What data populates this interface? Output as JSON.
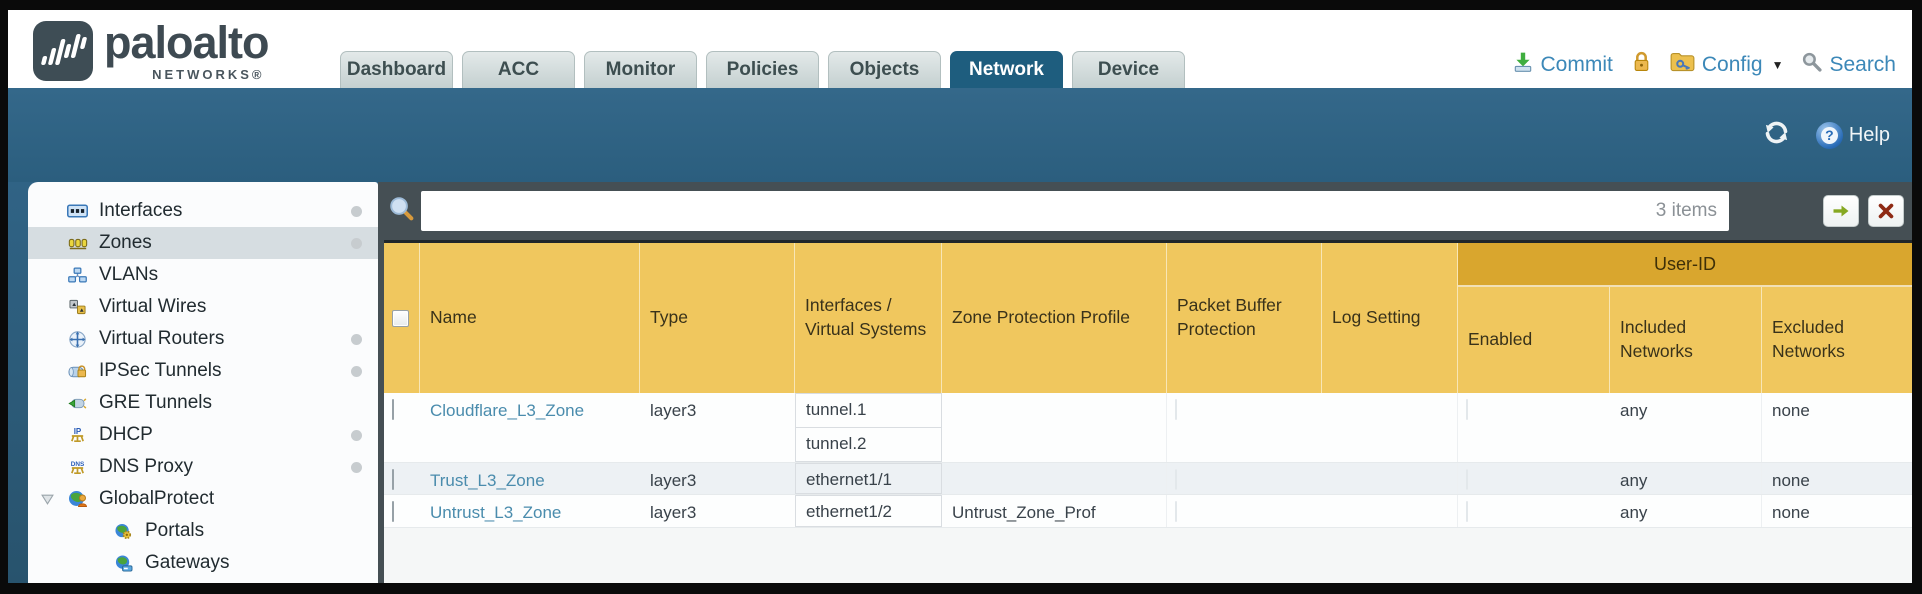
{
  "brand": {
    "wordmark": "paloalto",
    "sub": "NETWORKS®"
  },
  "tabs": [
    {
      "label": "Dashboard",
      "active": false
    },
    {
      "label": "ACC",
      "active": false
    },
    {
      "label": "Monitor",
      "active": false
    },
    {
      "label": "Policies",
      "active": false
    },
    {
      "label": "Objects",
      "active": false
    },
    {
      "label": "Network",
      "active": true
    },
    {
      "label": "Device",
      "active": false
    }
  ],
  "header_actions": {
    "commit": "Commit",
    "config": "Config",
    "search": "Search"
  },
  "band": {
    "help": "Help"
  },
  "filterbar": {
    "value": "",
    "count": "3 items"
  },
  "sidebar": {
    "items": [
      {
        "label": "Interfaces",
        "dot": true
      },
      {
        "label": "Zones",
        "dot": true,
        "selected": true
      },
      {
        "label": "VLANs"
      },
      {
        "label": "Virtual Wires"
      },
      {
        "label": "Virtual Routers",
        "dot": true
      },
      {
        "label": "IPSec Tunnels",
        "dot": true
      },
      {
        "label": "GRE Tunnels"
      },
      {
        "label": "DHCP",
        "dot": true
      },
      {
        "label": "DNS Proxy",
        "dot": true
      },
      {
        "label": "GlobalProtect",
        "expanded": true
      },
      {
        "label": "Portals",
        "child": true
      },
      {
        "label": "Gateways",
        "child": true
      }
    ]
  },
  "table": {
    "columns": {
      "name": "Name",
      "type": "Type",
      "interfaces": "Interfaces / Virtual Systems",
      "zpp": "Zone Protection Profile",
      "pbp": "Packet Buffer Protection",
      "log": "Log Setting",
      "group": "User-ID",
      "enabled": "Enabled",
      "included": "Included Networks",
      "excluded": "Excluded Networks"
    },
    "rows": [
      {
        "name": "Cloudflare_L3_Zone",
        "type": "layer3",
        "interfaces": [
          "tunnel.1",
          "tunnel.2"
        ],
        "zpp": "",
        "log": "",
        "included": "any",
        "excluded": "none"
      },
      {
        "name": "Trust_L3_Zone",
        "type": "layer3",
        "interfaces": [
          "ethernet1/1"
        ],
        "zpp": "",
        "log": "",
        "included": "any",
        "excluded": "none"
      },
      {
        "name": "Untrust_L3_Zone",
        "type": "layer3",
        "interfaces": [
          "ethernet1/2"
        ],
        "zpp": "Untrust_Zone_Prof",
        "log": "",
        "included": "any",
        "excluded": "none"
      }
    ]
  },
  "colors": {
    "header_orange": "#f0c75e",
    "group_orange": "#d9a62e",
    "teal_band": "#306687",
    "active_tab": "#1e5d7e",
    "slate": "#454f54",
    "link_blue": "#4a8cad"
  }
}
